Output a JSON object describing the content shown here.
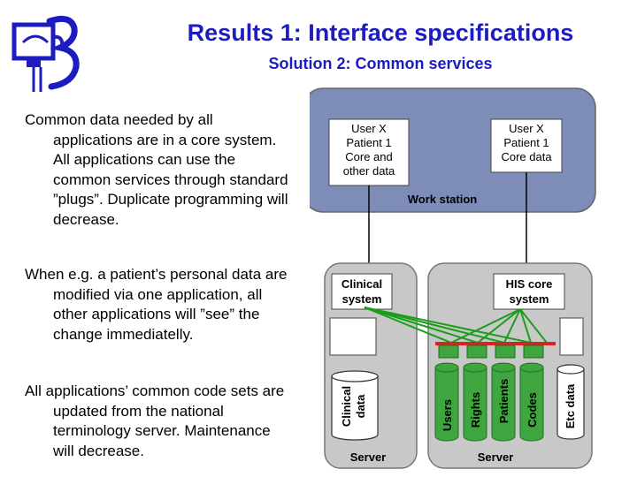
{
  "header": {
    "title": "Results 1: Interface specifications",
    "subtitle": "Solution 2: Common services"
  },
  "body_text": {
    "paragraph1": "Common data needed by all applications are in a core system.  All applications can use the common services through standard ”plugs”. Duplicate programming will decrease.",
    "paragraph2": "When e.g. a patient’s personal data are modified via one application, all other applications will ”see” the change immediatelly.",
    "paragraph3": "All applications’ common code sets are updated from the national terminology server. Maintenance will decrease."
  },
  "diagram": {
    "workstation": {
      "label": "Work station",
      "left_box": [
        "User X",
        "Patient 1",
        "Core and",
        "other data"
      ],
      "right_box": [
        "User X",
        "Patient 1",
        "Core data"
      ]
    },
    "left_server": {
      "label": "Server",
      "app_box": [
        "Clinical",
        "system"
      ],
      "db_label": [
        "Clinical",
        "data"
      ]
    },
    "right_server": {
      "label": "Server",
      "core_box": [
        "HIS core",
        "system"
      ],
      "databases": [
        "Users",
        "Rights",
        "Patients",
        "Codes",
        "Etc data"
      ]
    },
    "colors": {
      "workstation_bg": "#7d8db8",
      "server_bg": "#c8c8c8",
      "db_fill": "#3fa63f",
      "plug": "#e02020",
      "link": "#1a9e1a",
      "title": "#1c1cc0"
    }
  }
}
